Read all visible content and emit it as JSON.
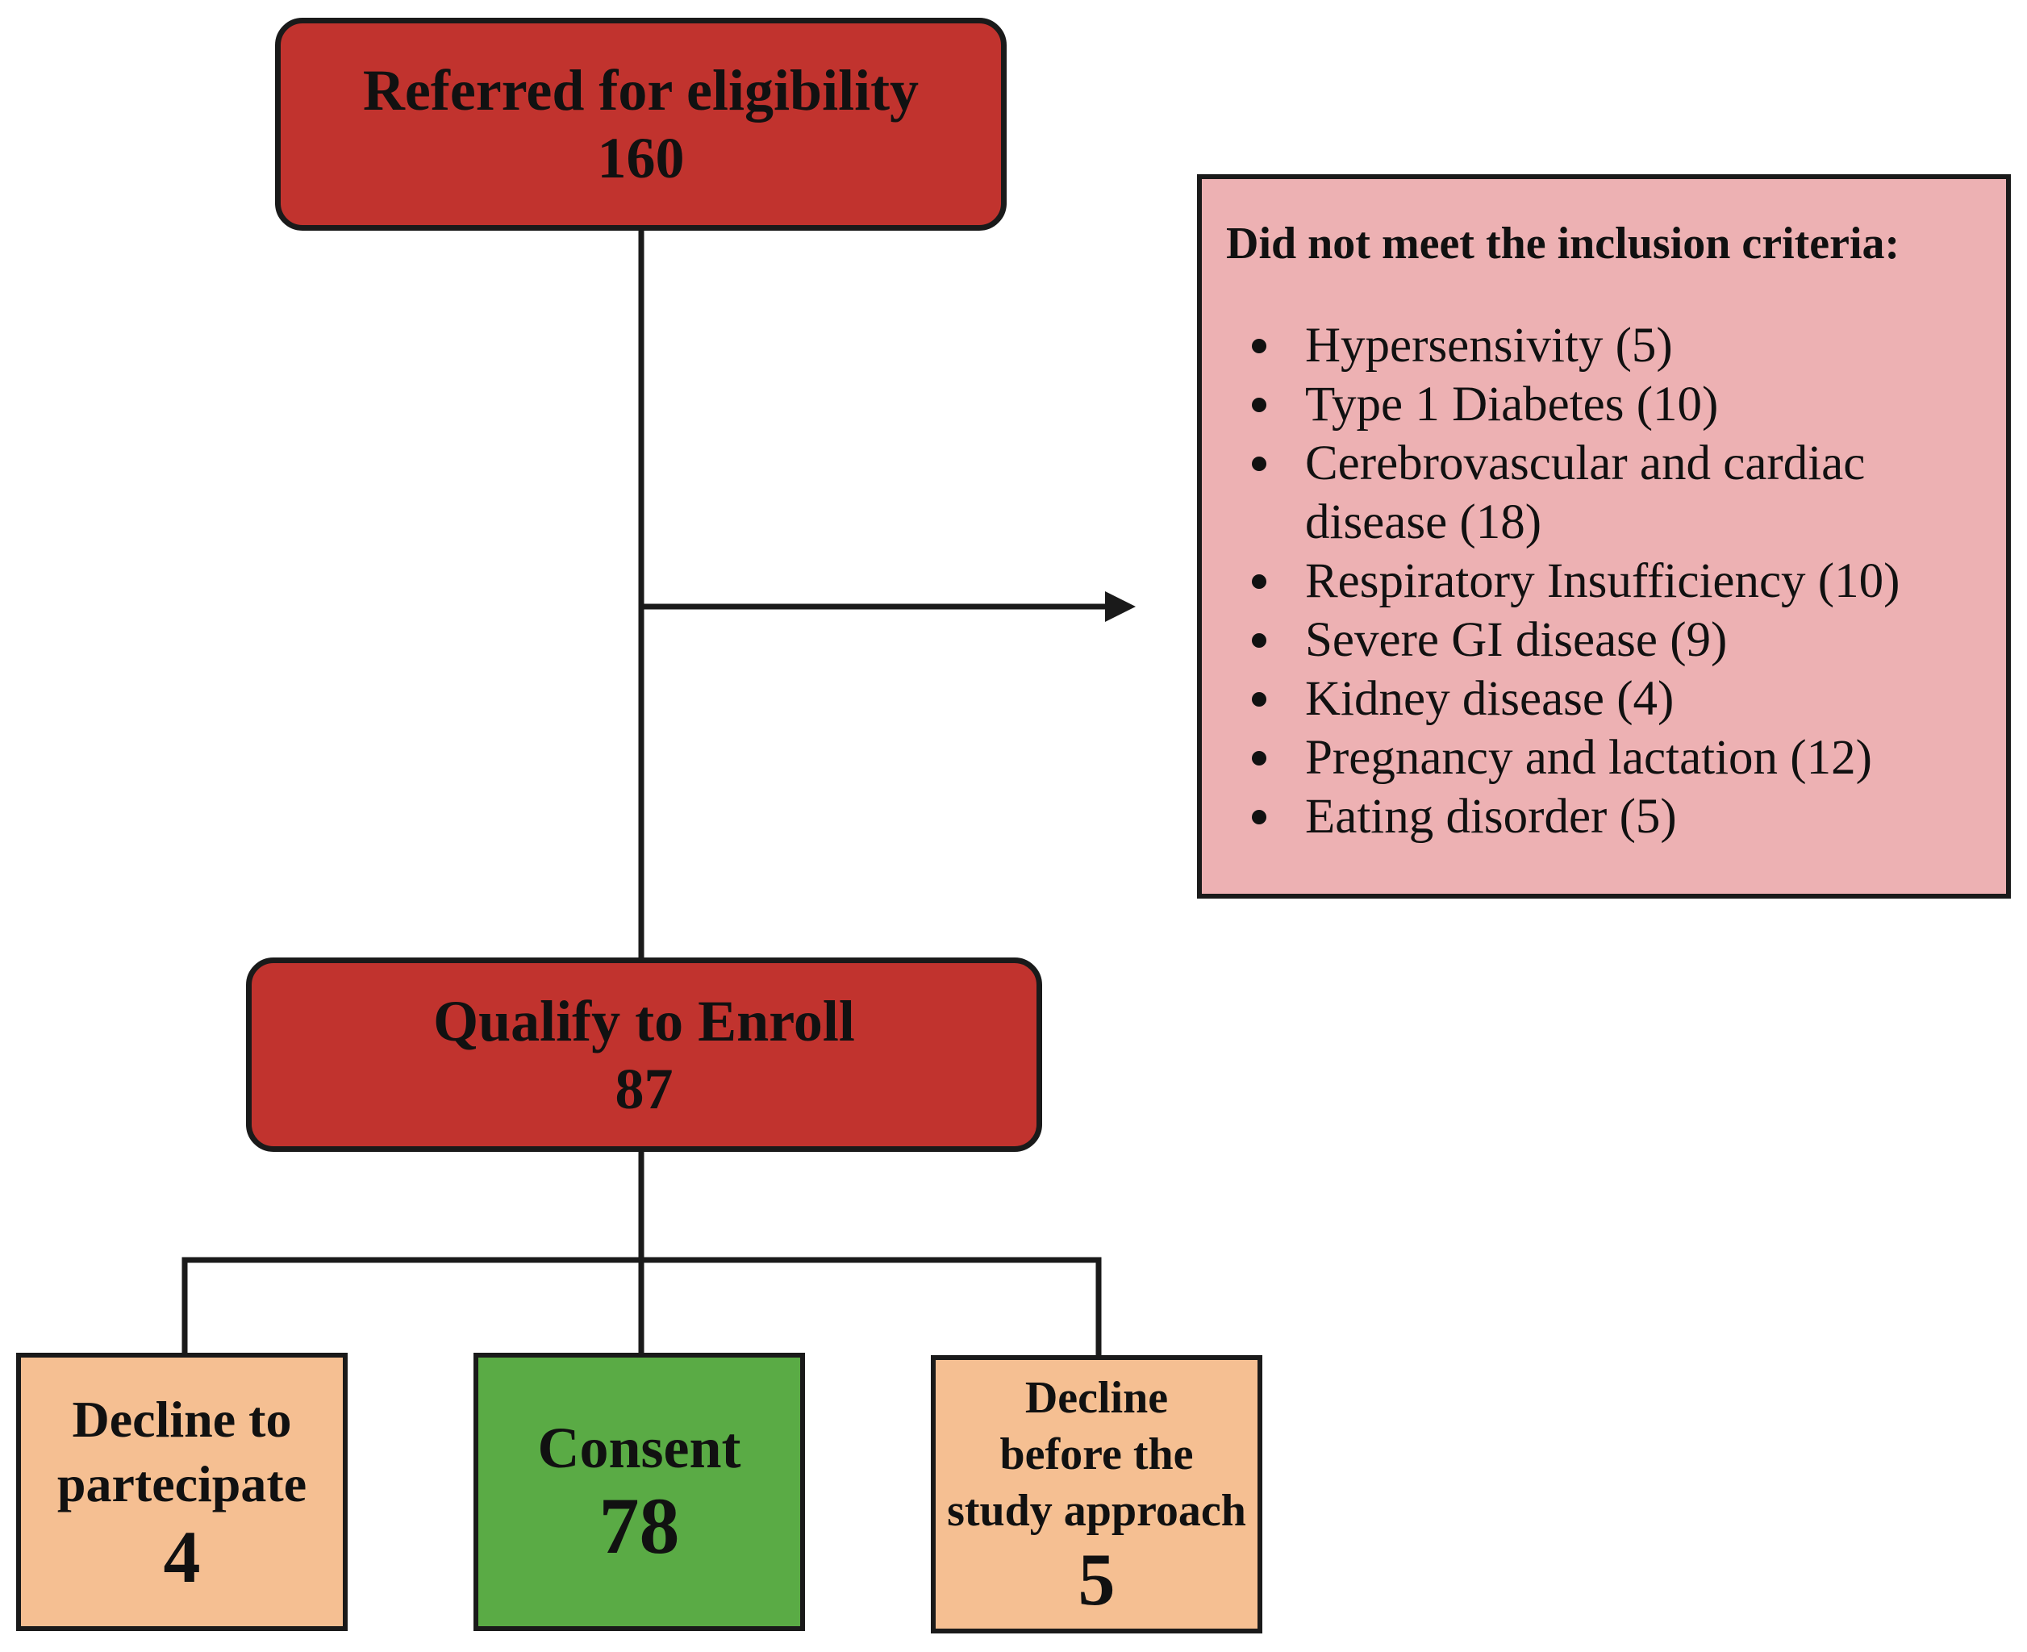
{
  "colors": {
    "primary_box": "#c1332e",
    "exclusion_box": "#edb1b3",
    "declined_box": "#f5bf92",
    "consent_box": "#5aab45",
    "connector": "#1a1a1a"
  },
  "referred": {
    "label": "Referred for eligibility",
    "count": "160"
  },
  "exclusion": {
    "title": "Did not meet the inclusion criteria:",
    "items": [
      "Hypersensivity (5)",
      "Type 1 Diabetes (10)",
      "Cerebrovascular and cardiac disease (18)",
      "Respiratory Insufficiency (10)",
      "Severe GI disease (9)",
      "Kidney disease (4)",
      "Pregnancy and lactation (12)",
      "Eating disorder (5)"
    ]
  },
  "qualify": {
    "label": "Qualify to Enroll",
    "count": "87"
  },
  "decline_participate": {
    "label_line1": "Decline to",
    "label_line2": "partecipate",
    "count": "4"
  },
  "consent": {
    "label": "Consent",
    "count": "78"
  },
  "decline_approach": {
    "label_line1": "Decline",
    "label_line2": "before the",
    "label_line3": "study approach",
    "count": "5"
  }
}
